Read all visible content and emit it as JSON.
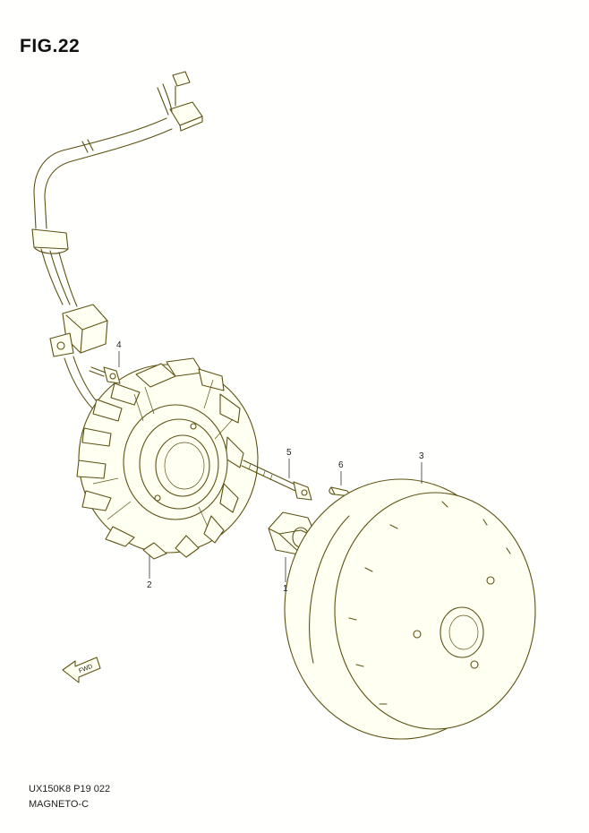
{
  "figure": {
    "title": "FIG.22",
    "code": "UX150K8 P19  022",
    "name": "MAGNETO-C"
  },
  "callouts": [
    {
      "id": "callout-4",
      "label": "4"
    },
    {
      "id": "callout-5",
      "label": "5"
    },
    {
      "id": "callout-6",
      "label": "6"
    },
    {
      "id": "callout-3",
      "label": "3"
    },
    {
      "id": "callout-2",
      "label": "2"
    },
    {
      "id": "callout-1",
      "label": "1"
    }
  ],
  "direction_arrow": {
    "label": "FWD",
    "icon": "forward-arrow-icon"
  },
  "colors": {
    "line": "#5c5212",
    "paper": "#fffffe",
    "fill": "#fffff2"
  }
}
